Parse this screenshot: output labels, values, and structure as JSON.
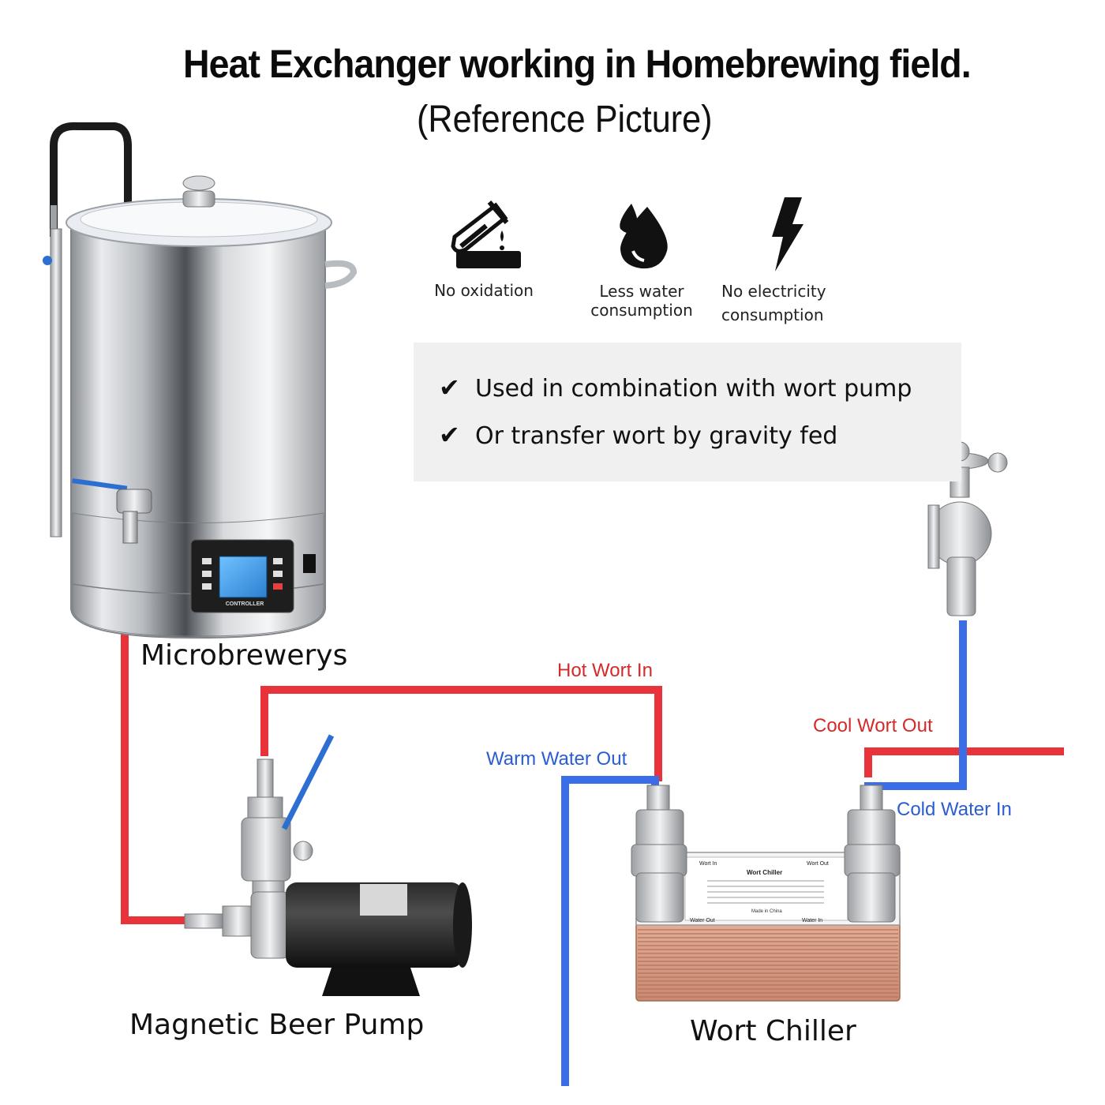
{
  "title": "Heat Exchanger working in Homebrewing field.",
  "subtitle": "(Reference Picture)",
  "features": [
    {
      "icon": "test-tube-icon",
      "label_lines": [
        "No oxidation"
      ]
    },
    {
      "icon": "water-drops-icon",
      "label_lines": [
        "Less water",
        "consumption"
      ]
    },
    {
      "icon": "lightning-bolt-icon",
      "label_lines": [
        "No electricity",
        "consumption"
      ]
    }
  ],
  "checks": [
    "Used in combination with wort pump",
    "Or transfer wort by gravity fed"
  ],
  "products": {
    "microbrewery": "Microbrewerys",
    "pump": "Magnetic Beer Pump",
    "chiller": "Wort Chiller"
  },
  "controller_text": "CONTROLLER",
  "chiller_plate": {
    "wort_in": "Wort In",
    "title": "Wort Chiller",
    "wort_out": "Wort Out",
    "water_out": "Water Out",
    "water_in": "Water In",
    "made_in": "Made in China"
  },
  "pipe_labels": {
    "hot_wort_in": "Hot Wort In",
    "warm_water_out": "Warm Water Out",
    "cool_wort_out": "Cool Wort Out",
    "cold_water_in": "Cold Water In"
  },
  "colors": {
    "hot_pipe": "#e8333a",
    "cold_pipe": "#3b6ee6",
    "red_text": "#d42a2a",
    "blue_text": "#2a5cd4"
  }
}
